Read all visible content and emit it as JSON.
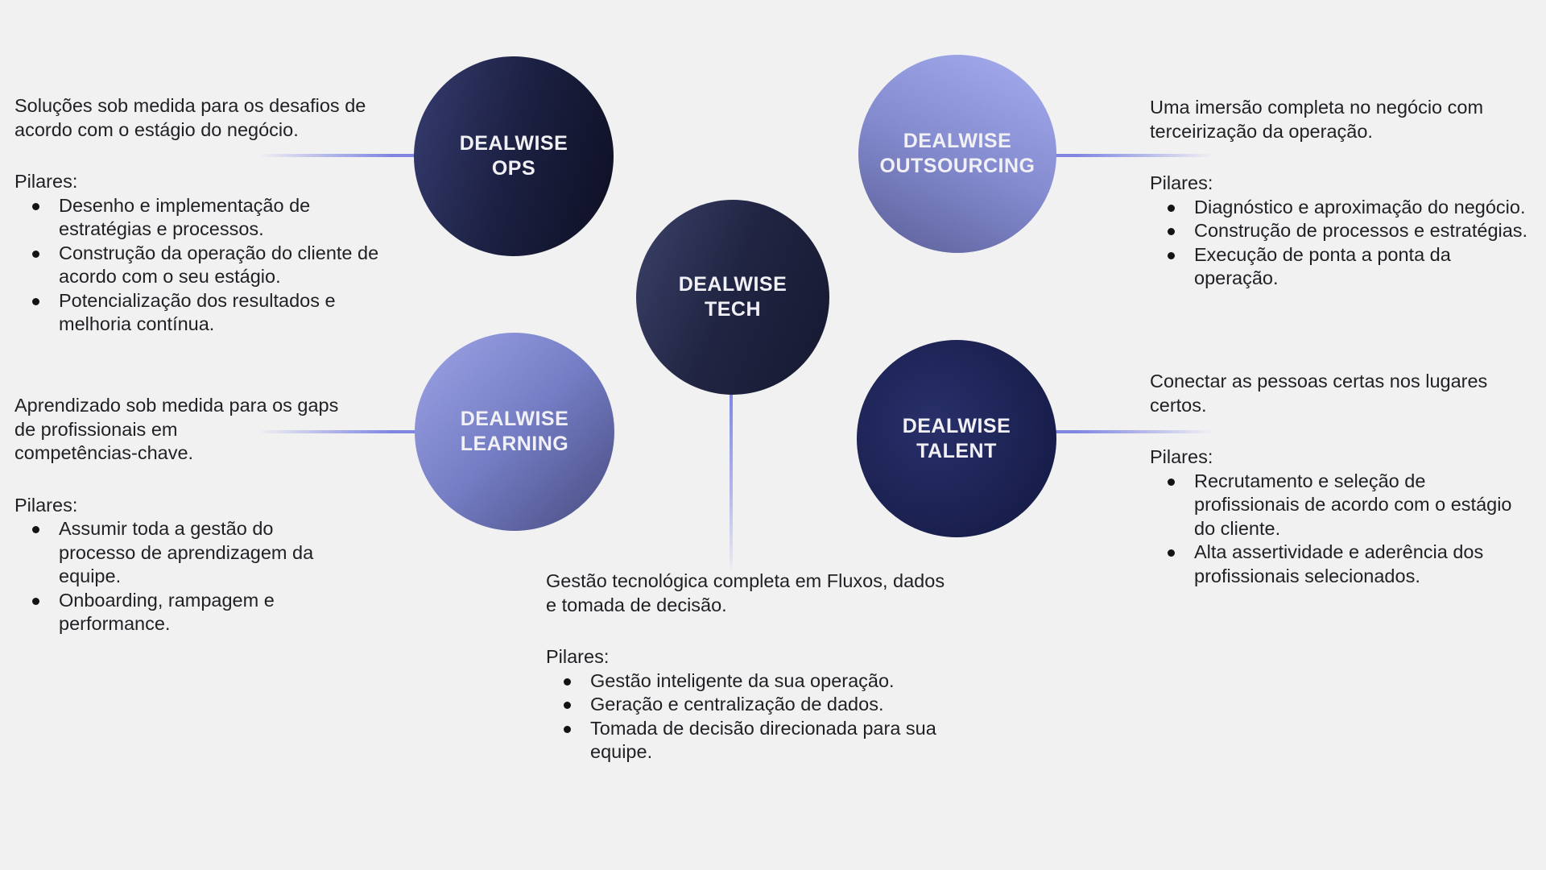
{
  "canvas": {
    "background_color": "#f2f1f2",
    "text_color": "#1f2024",
    "connector_color": "#7e86e2",
    "circle_title_color": "#f0f0f5"
  },
  "nodes": {
    "ops": {
      "title": "DEALWISE\nOPS",
      "color_light": "#343a6c",
      "color_dark": "#0c0e20"
    },
    "outsourcing": {
      "title": "DEALWISE\nOUTSOURCING",
      "color_light": "#a3abf0",
      "color_dark": "#575b93"
    },
    "tech": {
      "title": "DEALWISE\nTECH",
      "color_light": "#3a3f65",
      "color_dark": "#14172d"
    },
    "learning": {
      "title": "DEALWISE\nLEARNING",
      "color_light": "#99a0e6",
      "color_dark": "#45487a"
    },
    "talent": {
      "title": "DEALWISE\nTALENT",
      "color_light": "#272e66",
      "color_dark": "#11153c"
    }
  },
  "blocks": {
    "ops": {
      "intro": "Soluções sob medida para os desafios de\nacordo com o estágio do negócio.",
      "pillars_label": "Pilares:",
      "pillars": [
        "Desenho e implementação de\nestratégias e processos.",
        "Construção da operação do cliente de\nacordo com o seu estágio.",
        "Potencialização dos resultados e\nmelhoria contínua."
      ]
    },
    "outsourcing": {
      "intro": "Uma imersão completa no negócio com\nterceirização da operação.",
      "pillars_label": "Pilares:",
      "pillars": [
        "Diagnóstico e aproximação do negócio.",
        "Construção de processos e estratégias.",
        "Execução de ponta a ponta da\noperação."
      ]
    },
    "learning": {
      "intro": "Aprendizado sob medida para os gaps\nde profissionais em\ncompetências-chave.",
      "pillars_label": "Pilares:",
      "pillars": [
        "Assumir toda a gestão do\nprocesso de aprendizagem da\nequipe.",
        "Onboarding, rampagem e\nperformance."
      ]
    },
    "tech": {
      "intro": "Gestão tecnológica completa em Fluxos, dados\ne tomada de decisão.",
      "pillars_label": "Pilares:",
      "pillars": [
        "Gestão inteligente da sua operação.",
        "Geração e centralização de dados.",
        "Tomada de decisão direcionada para sua\nequipe."
      ]
    },
    "talent": {
      "intro": "Conectar as pessoas certas nos lugares\ncertos.",
      "pillars_label": "Pilares:",
      "pillars": [
        "Recrutamento e seleção de\nprofissionais de acordo com o estágio\ndo cliente.",
        "Alta assertividade e aderência dos\nprofissionais selecionados."
      ]
    }
  }
}
